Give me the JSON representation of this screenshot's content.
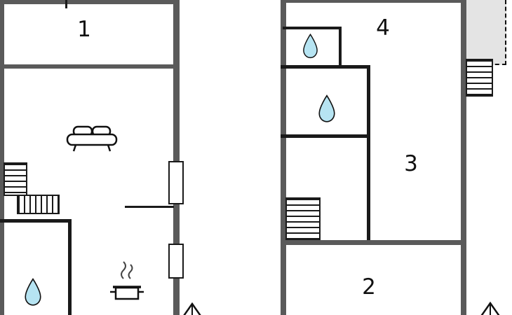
{
  "rooms": {
    "r1": {
      "label": "1"
    },
    "r2": {
      "label": "2"
    },
    "r3": {
      "label": "3"
    },
    "r4": {
      "label": "4"
    }
  },
  "colors": {
    "outer-wall": "#5a5a5a",
    "inner-wall": "#1a1a1a",
    "water-drop-fill": "#b6e4f2",
    "annex-fill": "#e4e4e4"
  },
  "icons": {
    "bathroom": "water-drop-icon",
    "living_area": "sofa-icon",
    "kitchen": "stove-pot-icon",
    "staircase": "stairs-icon",
    "orientation": "north-arrow-icon"
  }
}
